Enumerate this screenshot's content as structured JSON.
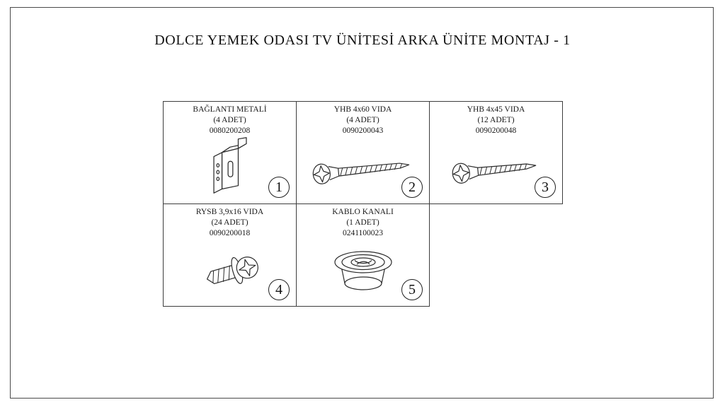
{
  "page": {
    "title": "DOLCE YEMEK ODASI TV ÜNİTESİ ARKA ÜNİTE MONTAJ - 1"
  },
  "colors": {
    "line": "#2b2b2b",
    "border": "#3d3d3d",
    "background": "#ffffff"
  },
  "parts": [
    {
      "name": "BAĞLANTI METALİ",
      "qty": "(4 ADET)",
      "code": "0080200208",
      "number": "1",
      "icon": "bracket-icon"
    },
    {
      "name": "YHB 4x60 VIDA",
      "qty": "(4 ADET)",
      "code": "0090200043",
      "number": "2",
      "icon": "long-screw-icon"
    },
    {
      "name": "YHB 4x45 VIDA",
      "qty": "(12 ADET)",
      "code": "0090200048",
      "number": "3",
      "icon": "medium-screw-icon"
    },
    {
      "name": "RYSB 3,9x16 VIDA",
      "qty": "(24 ADET)",
      "code": "0090200018",
      "number": "4",
      "icon": "washer-head-screw-icon"
    },
    {
      "name": "KABLO KANALI",
      "qty": "(1 ADET)",
      "code": "0241100023",
      "number": "5",
      "icon": "cable-grommet-icon"
    }
  ]
}
